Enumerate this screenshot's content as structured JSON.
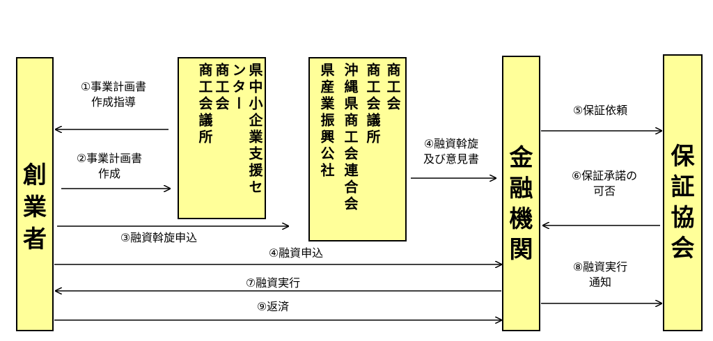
{
  "entities": {
    "founder": [
      "創",
      "業",
      "者"
    ],
    "support_center": [
      "県中小企業支援セ",
      "ンター",
      "商工会",
      "商工会議所"
    ],
    "chamber": [
      "商工会",
      "商工会議所",
      "沖縄県商工会連合会",
      "県産業振興公社"
    ],
    "bank": [
      "金",
      "融",
      "機",
      "関"
    ],
    "guarantee": [
      "保",
      "証",
      "協",
      "会"
    ]
  },
  "flows": {
    "step1": [
      "①事業計画書",
      "作成指導"
    ],
    "step2": [
      "②事業計画書",
      "作成"
    ],
    "step3": "③融資斡旋申込",
    "step4a": [
      "④融資斡旋",
      "及び意見書"
    ],
    "step4b": "④融資申込",
    "step5": "⑤保証依頼",
    "step6": [
      "⑥保証承諾の",
      "可否"
    ],
    "step7": "⑦融資実行",
    "step8": [
      "⑧融資実行",
      "通知"
    ],
    "step9": "⑨返済"
  },
  "colors": {
    "box_fill": "#ffff99",
    "stroke": "#000000"
  }
}
